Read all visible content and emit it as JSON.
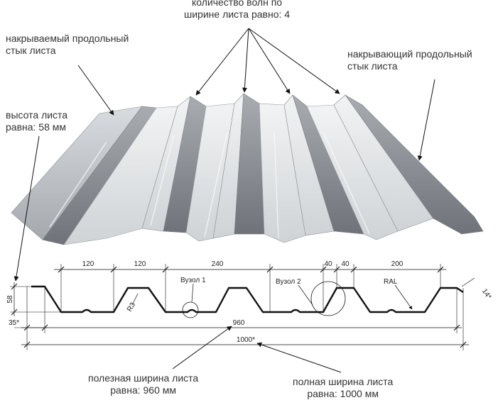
{
  "callouts": {
    "waves_count": {
      "line1": "количество волн по",
      "line2": "ширине листа равно: 4"
    },
    "covered_joint": {
      "line1": "накрываемый продольный",
      "line2": "стык листа"
    },
    "covering_joint": {
      "line1": "накрывающий продольный",
      "line2": "стык листа"
    },
    "height": {
      "line1": "высота листа",
      "line2": "равна: 58 мм"
    },
    "useful_width": {
      "line1": "полезная ширина листа",
      "line2": "равна: 960 мм"
    },
    "full_width": {
      "line1": "полная ширина листа",
      "line2": "равна: 1000 мм"
    }
  },
  "profile_drawing": {
    "dimensions": {
      "d120a": "120",
      "d120b": "120",
      "d240": "240",
      "d40a": "40",
      "d40b": "40",
      "d200": "200",
      "d58": "58",
      "d35": "35*",
      "d14": "14*",
      "d960": "960",
      "d1000": "1000*"
    },
    "annotations": {
      "node1": "Вузол 1",
      "node2": "Вузол 2",
      "radius": "R3",
      "coating": "RAL"
    }
  },
  "colors": {
    "sheet_light": "#e6e8ea",
    "sheet_dark": "#8d9196",
    "sheet_mid": "#bcc0c4",
    "line": "#111111"
  }
}
